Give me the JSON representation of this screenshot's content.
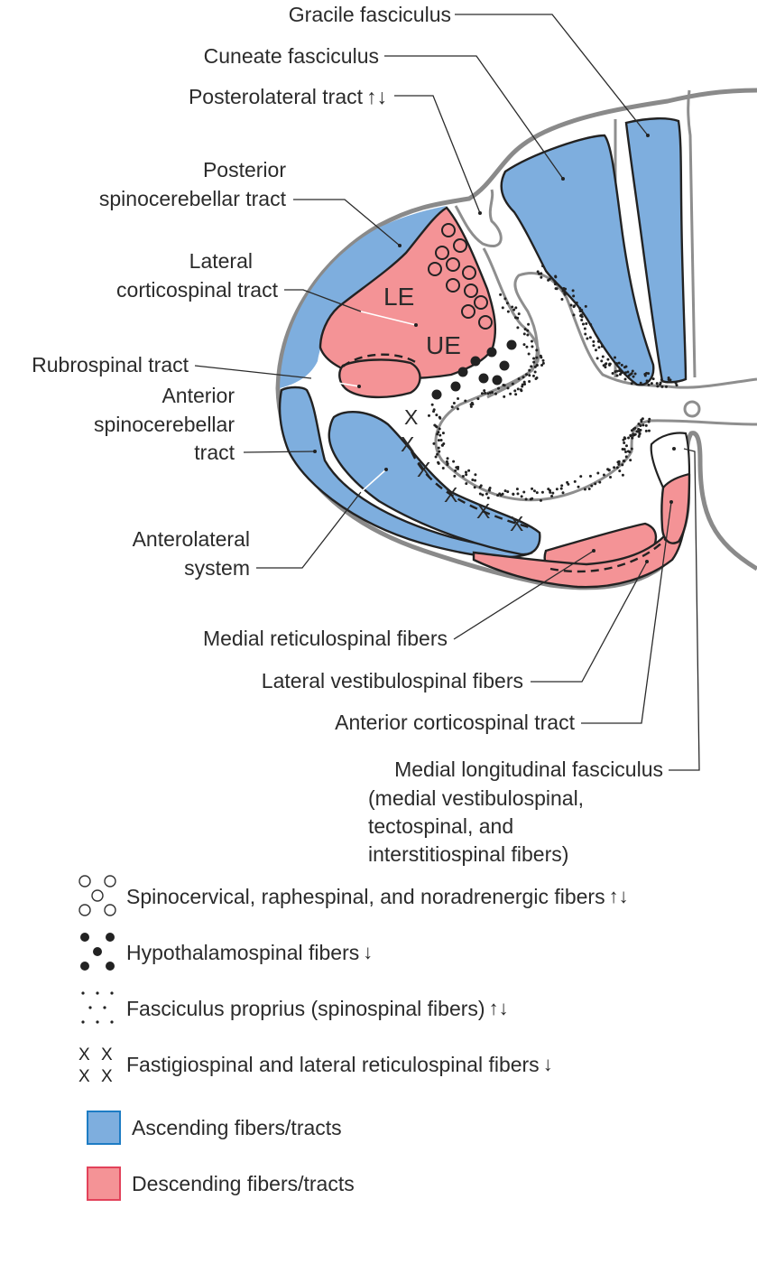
{
  "colors": {
    "ascending": "#7eaede",
    "ascending_border": "#1d7cc4",
    "descending": "#f49396",
    "descending_border": "#e2425a",
    "outline_gray": "#8a8a8a",
    "text": "#2b2b2b"
  },
  "labels": {
    "gracile": "Gracile fasciculus",
    "cuneate": "Cuneate fasciculus",
    "posterolateral": "Posterolateral tract",
    "posterolateral_arrow": "↑↓",
    "posterior_sc_1": "Posterior",
    "posterior_sc_2": "spinocerebellar tract",
    "lateral_cs_1": "Lateral",
    "lateral_cs_2": "corticospinal tract",
    "rubrospinal": "Rubrospinal tract",
    "anterior_sc_1": "Anterior",
    "anterior_sc_2": "spinocerebellar",
    "anterior_sc_3": "tract",
    "anterolateral_1": "Anterolateral",
    "anterolateral_2": "system",
    "medial_reticulospinal": "Medial reticulospinal fibers",
    "lateral_vestibulospinal": "Lateral vestibulospinal fibers",
    "anterior_cs": "Anterior corticospinal tract",
    "mlf_1": "Medial longitudinal fasciculus",
    "mlf_2": "(medial vestibulospinal,",
    "mlf_3": "tectospinal, and",
    "mlf_4": "interstitiospinal fibers)",
    "le": "LE",
    "ue": "UE"
  },
  "legend": {
    "items": [
      {
        "symbol": "open-circles-icon",
        "label": "Spinocervical, raphespinal, and noradrenergic fibers",
        "arrow": "↑↓"
      },
      {
        "symbol": "filled-dots-icon",
        "label": "Hypothalamospinal fibers",
        "arrow": "↓"
      },
      {
        "symbol": "small-dots-icon",
        "label": "Fasciculus proprius (spinospinal fibers)",
        "arrow": "↑↓"
      },
      {
        "symbol": "x-marks-icon",
        "label": "Fastigiospinal and lateral reticulospinal fibers",
        "arrow": "↓"
      }
    ],
    "ascending_label": "Ascending fibers/tracts",
    "descending_label": "Descending fibers/tracts"
  }
}
